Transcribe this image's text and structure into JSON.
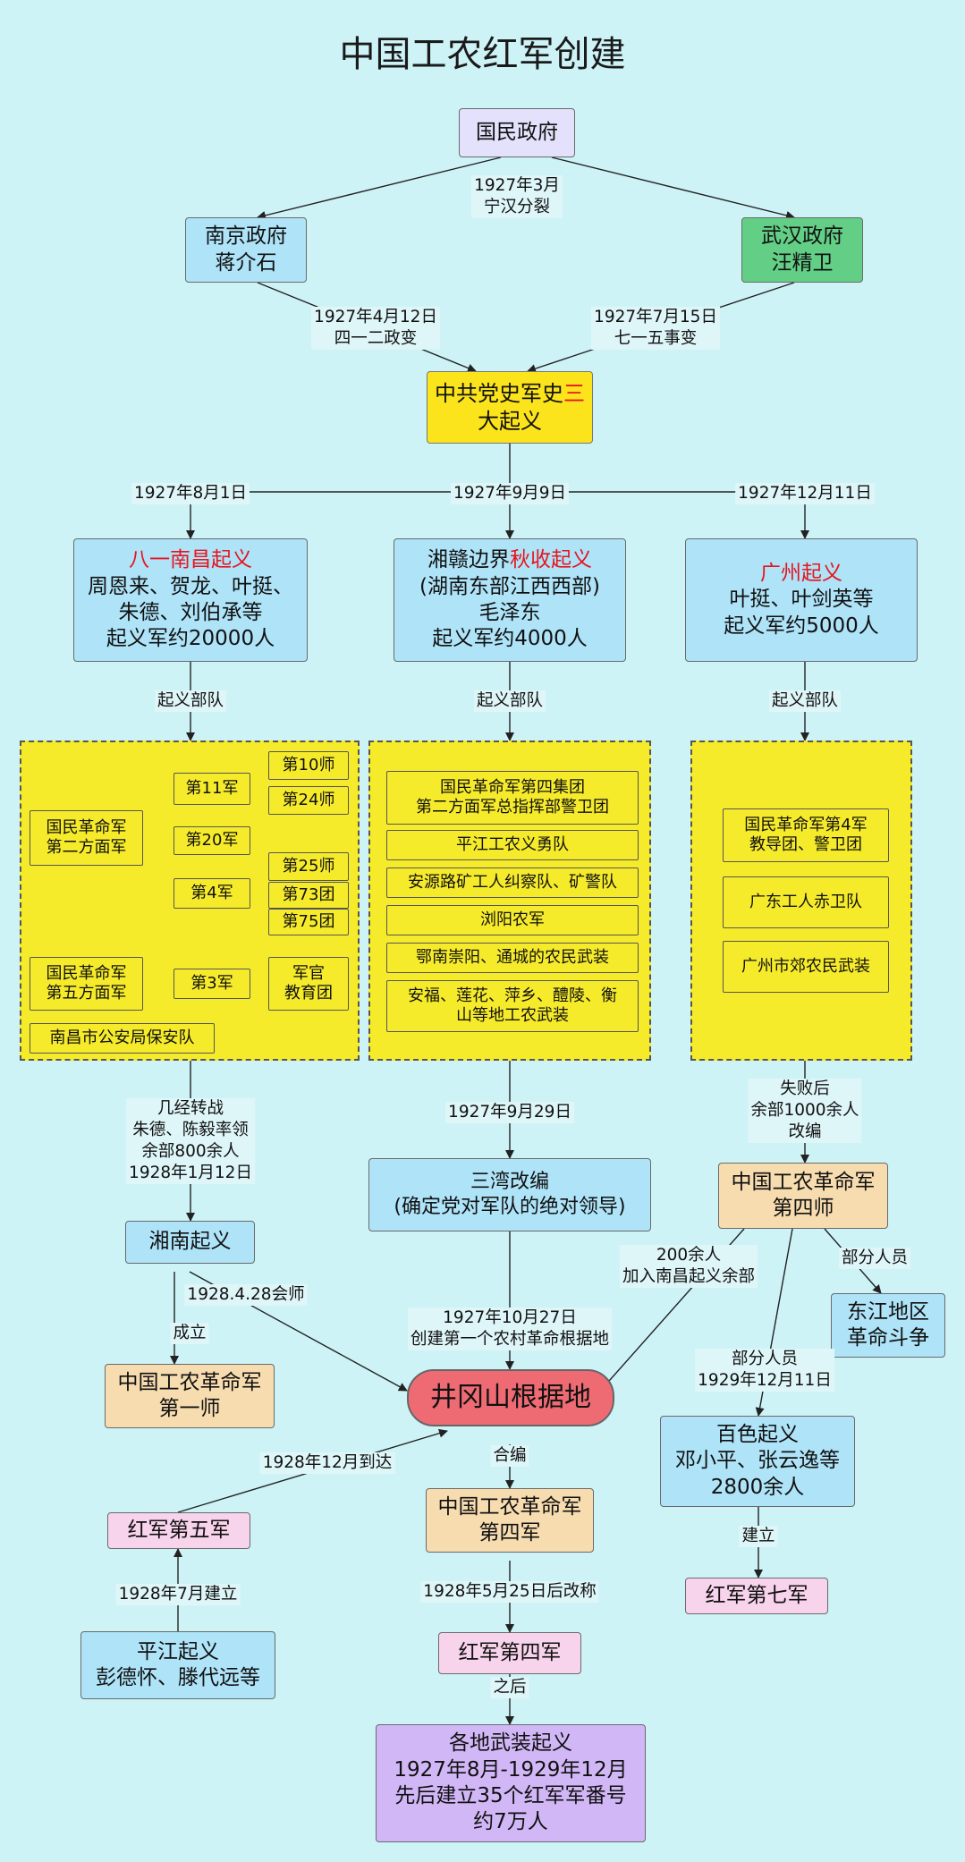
{
  "title": "中国工农红军创建",
  "gov": "国民政府",
  "split": {
    "date": "1927年3月",
    "text": "宁汉分裂"
  },
  "nanjing": {
    "l1": "南京政府",
    "l2": "蒋介石"
  },
  "wuhan": {
    "l1": "武汉政府",
    "l2": "汪精卫"
  },
  "e412": {
    "date": "1927年4月12日",
    "text": "四一二政变"
  },
  "e715": {
    "date": "1927年7月15日",
    "text": "七一五事变"
  },
  "center": {
    "a": "中共党史军史",
    "b": "三",
    "c": "大起义"
  },
  "dates": {
    "nc": "1927年8月1日",
    "qs": "1927年9月9日",
    "gz": "1927年12月11日"
  },
  "nanchang": {
    "name": "八一南昌起义",
    "l2": "周恩来、贺龙、叶挺、",
    "l3": "朱德、刘伯承等",
    "l4": "起义军约20000人"
  },
  "qiushou": {
    "a": "湘赣边界",
    "b": "秋收起义",
    "l2": "(湖南东部江西西部)",
    "l3": "毛泽东",
    "l4": "起义军约4000人"
  },
  "guangzhou": {
    "name": "广州起义",
    "l2": "叶挺、叶剑英等",
    "l3": "起义军约5000人"
  },
  "troops_label": "起义部队",
  "p1": {
    "group2_l1": "国民革命军",
    "group2_l2": "第二方面军",
    "a11": "第11军",
    "a20": "第20军",
    "a4": "第4军",
    "d10": "第10师",
    "d24": "第24师",
    "d25": "第25师",
    "r73": "第73团",
    "r75": "第75团",
    "group5_l1": "国民革命军",
    "group5_l2": "第五方面军",
    "a3": "第3军",
    "school_l1": "军官",
    "school_l2": "教育团",
    "police": "南昌市公安局保安队"
  },
  "p2": {
    "i1a": "国民革命军第四集团",
    "i1b": "第二方面军总指挥部警卫团",
    "i2": "平江工农义勇队",
    "i3": "安源路矿工人纠察队、矿警队",
    "i4": "浏阳农军",
    "i5": "鄂南崇阳、通城的农民武装",
    "i6a": "安福、莲花、萍乡、醴陵、衡",
    "i6b": "山等地工农武装"
  },
  "p3": {
    "i1a": "国民革命军第4军",
    "i1b": "教导团、警卫团",
    "i2": "广东工人赤卫队",
    "i3": "广州市郊农民武装"
  },
  "zhuanzhan": {
    "l1": "几经转战",
    "l2": "朱德、陈毅率领",
    "l3": "余部800余人",
    "l4": "1928年1月12日"
  },
  "sanwan_date": "1927年9月29日",
  "sanwan": {
    "l1": "三湾改编",
    "l2": "(确定党对军队的绝对领导)"
  },
  "defeat": {
    "l1": "失败后",
    "l2": "余部1000余人",
    "l3": "改编"
  },
  "army4div": {
    "l1": "中国工农革命军",
    "l2": "第四师"
  },
  "xiangnan": "湘南起义",
  "huishi": "1928.4.28会师",
  "chengli": "成立",
  "div1": {
    "l1": "中国工农革命军",
    "l2": "第一师"
  },
  "join200": {
    "l1": "200余人",
    "l2": "加入南昌起义余部"
  },
  "bufen1": "部分人员",
  "dongjiang": {
    "l1": "东江地区",
    "l2": "革命斗争"
  },
  "base_label": {
    "l1": "1927年10月27日",
    "l2": "创建第一个农村革命根据地"
  },
  "jgs": "井冈山根据地",
  "bufen2": {
    "l1": "部分人员",
    "l2": "1929年12月11日"
  },
  "baise": {
    "l1": "百色起义",
    "l2": "邓小平、张云逸等",
    "l3": "2800余人"
  },
  "arrive": "1928年12月到达",
  "hebian": "合编",
  "army5": "红军第五军",
  "army4rev": {
    "l1": "中国工农革命军",
    "l2": "第四军"
  },
  "jianli": "建立",
  "army7": "红军第七军",
  "jul1928": "1928年7月建立",
  "rename": "1928年5月25日后改称",
  "pingjiang": {
    "l1": "平江起义",
    "l2": "彭德怀、滕代远等"
  },
  "red4": "红军第四军",
  "zhihou": "之后",
  "final": {
    "l1": "各地武装起义",
    "l2": "1927年8月-1929年12月",
    "l3": "先后建立35个红军军番号",
    "l4": "约7万人"
  }
}
